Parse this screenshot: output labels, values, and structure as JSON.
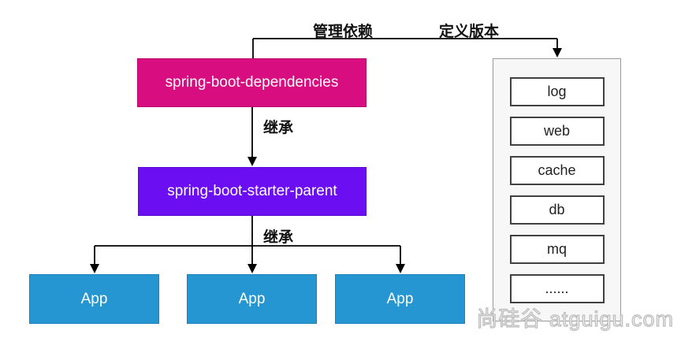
{
  "diagram": {
    "top_labels": {
      "manage_dependencies": "管理依赖",
      "define_versions": "定义版本"
    },
    "edge_labels": {
      "inherit_1": "继承",
      "inherit_2": "继承"
    },
    "nodes": {
      "dependencies": {
        "label": "spring-boot-dependencies",
        "color": "#D80D7F"
      },
      "starter_parent": {
        "label": "spring-boot-starter-parent",
        "color": "#6C0EF2"
      },
      "apps": [
        {
          "label": "App"
        },
        {
          "label": "App"
        },
        {
          "label": "App"
        }
      ],
      "app_color": "#2596D2"
    },
    "dependency_panel": {
      "items": [
        "log",
        "web",
        "cache",
        "db",
        "mq",
        "......"
      ]
    },
    "watermark": "尚硅谷 atguigu.com",
    "colors": {
      "line": "#000000",
      "panel_bg": "#F7F7F7",
      "panel_border": "#9A9A9A",
      "item_border": "#404040",
      "node_text": "#FFFFFF",
      "label_text": "#111111",
      "watermark": "#C8C8C8"
    }
  }
}
